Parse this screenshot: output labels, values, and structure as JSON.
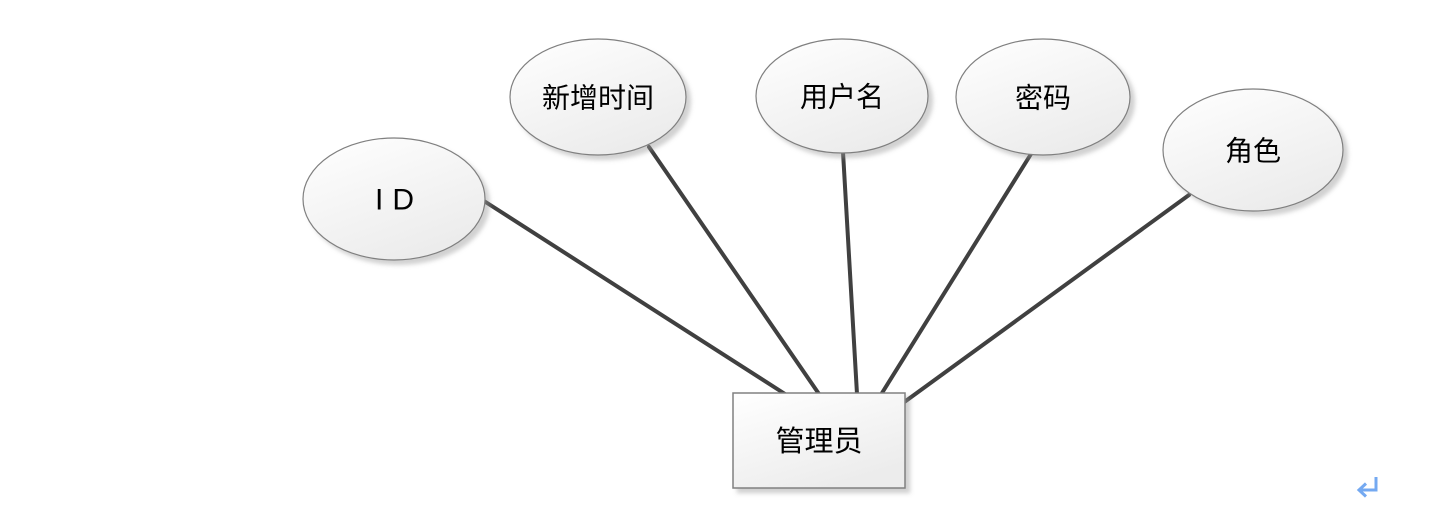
{
  "diagram": {
    "type": "er-diagram",
    "entity": {
      "label": "管理员",
      "shape": "rectangle"
    },
    "attributes": [
      {
        "label": "ID",
        "shape": "ellipse"
      },
      {
        "label": "新增时间",
        "shape": "ellipse"
      },
      {
        "label": "用户名",
        "shape": "ellipse"
      },
      {
        "label": "密码",
        "shape": "ellipse"
      },
      {
        "label": "角色",
        "shape": "ellipse"
      }
    ],
    "connections": [
      {
        "from": "ID",
        "to": "管理员"
      },
      {
        "from": "新增时间",
        "to": "管理员"
      },
      {
        "from": "用户名",
        "to": "管理员"
      },
      {
        "from": "密码",
        "to": "管理员"
      },
      {
        "from": "角色",
        "to": "管理员"
      }
    ],
    "colors": {
      "line": "#404040",
      "shape_border": "#7f7f7f",
      "shape_fill_top": "#ffffff",
      "shape_fill_bottom": "#ececec",
      "text": "#000000",
      "background": "#ffffff"
    }
  },
  "annotations": {
    "return_mark": {
      "icon": "return-arrow",
      "color": "#74A9F1"
    }
  }
}
